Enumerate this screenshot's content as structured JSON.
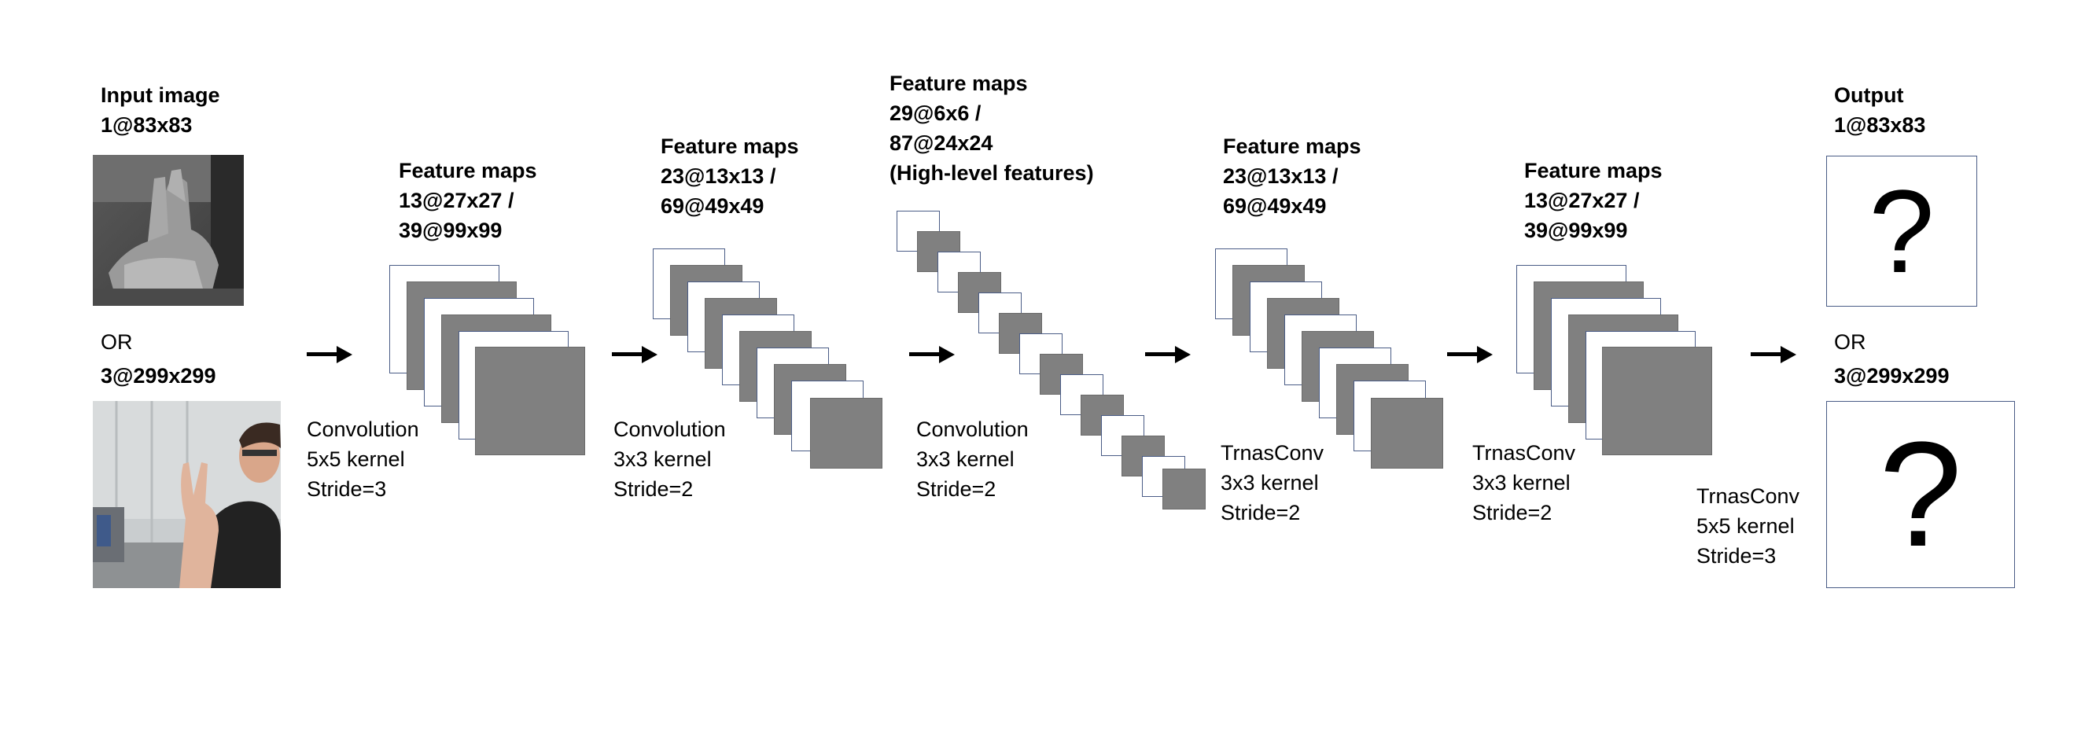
{
  "input": {
    "title": "Input image",
    "size_small": "1@83x83",
    "or": "OR",
    "size_large": "3@299x299"
  },
  "stages": [
    {
      "op": [
        "Convolution",
        "5x5 kernel",
        "Stride=3"
      ],
      "maps": [
        "Feature maps",
        "13@27x27 /",
        "39@99x99"
      ]
    },
    {
      "op": [
        "Convolution",
        "3x3 kernel",
        "Stride=2"
      ],
      "maps": [
        "Feature maps",
        "23@13x13 /",
        "69@49x49"
      ]
    },
    {
      "op": [
        "Convolution",
        "3x3 kernel",
        "Stride=2"
      ],
      "maps": [
        "Feature maps",
        "29@6x6 /",
        "87@24x24",
        "(High-level features)"
      ]
    },
    {
      "op": [
        "TrnasConv",
        "3x3 kernel",
        "Stride=2"
      ],
      "maps": [
        "Feature maps",
        "23@13x13 /",
        "69@49x49"
      ]
    },
    {
      "op": [
        "TrnasConv",
        "3x3 kernel",
        "Stride=2"
      ],
      "maps": [
        "Feature maps",
        "13@27x27 /",
        "39@99x99"
      ]
    },
    {
      "op": [
        "TrnasConv",
        "5x5 kernel",
        "Stride=3"
      ]
    }
  ],
  "output": {
    "title": "Output",
    "size_small": "1@83x83",
    "or": "OR",
    "size_large": "3@299x299",
    "placeholder": "?"
  },
  "colors": {
    "map_fill": "#808080",
    "map_border": "#4a5c86",
    "arrow": "#000000"
  },
  "icons": [
    "arrow-right-icon",
    "question-mark-icon"
  ]
}
